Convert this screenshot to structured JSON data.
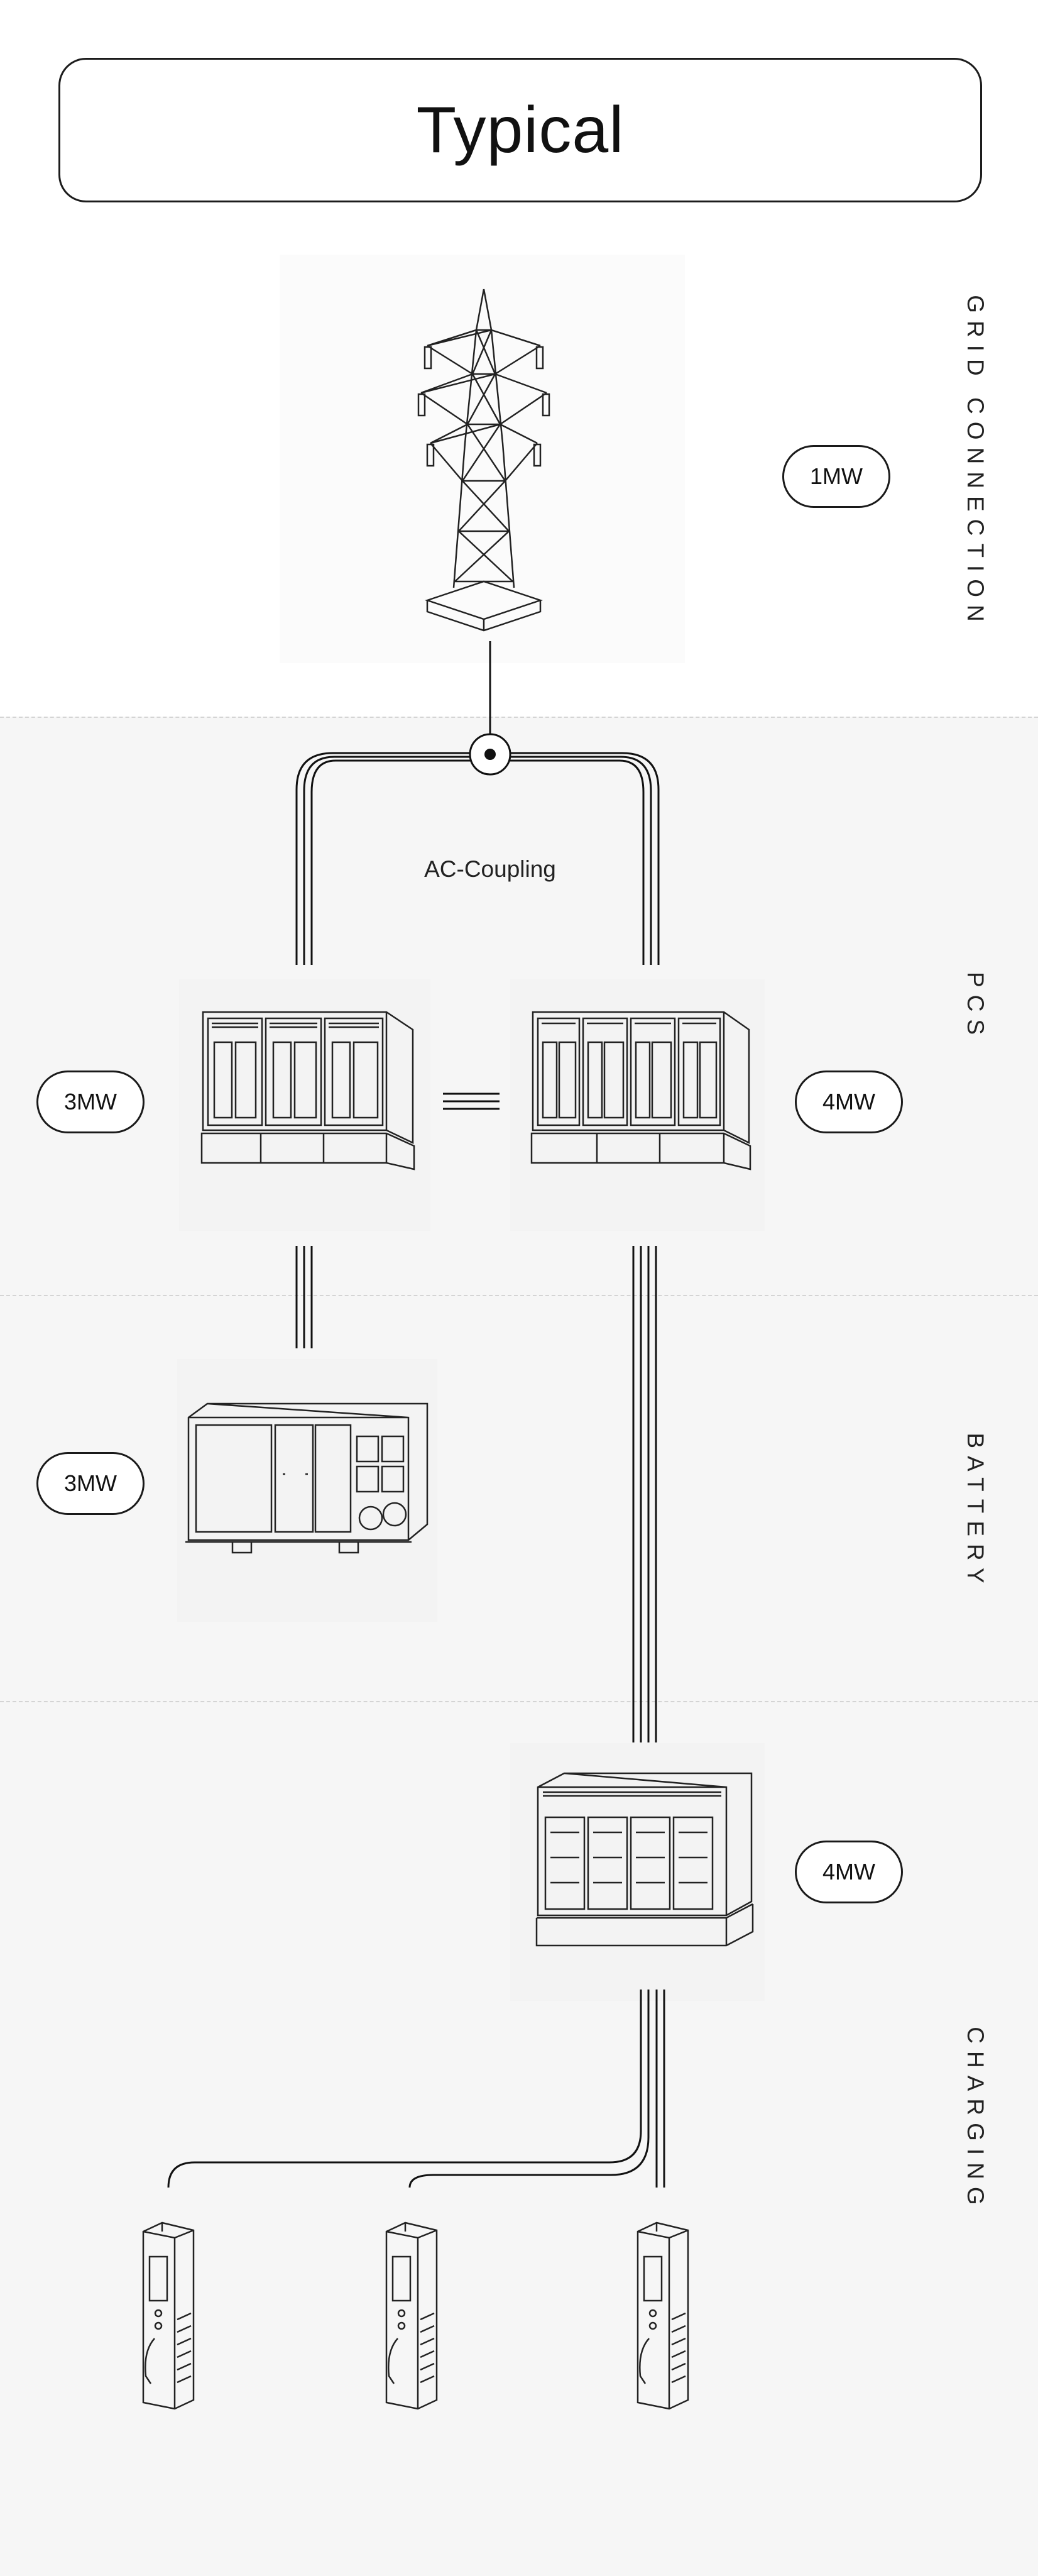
{
  "title": "Typical",
  "sections": {
    "grid": "GRID CONNECTION",
    "pcs": "PCS",
    "battery": "BATTERY",
    "charging": "CHARGING"
  },
  "ratings": {
    "grid": "1MW",
    "pcs_left": "3MW",
    "pcs_right": "4MW",
    "battery": "3MW",
    "storage": "4MW"
  },
  "coupling_label": "AC-Coupling",
  "icons": [
    "transmission-tower-icon",
    "pcs-cabinet-icon",
    "battery-container-icon",
    "storage-cabinet-icon",
    "ev-charger-icon"
  ],
  "colors": {
    "line": "#111111",
    "band": "#f6f6f6",
    "divider": "#d4d4d4"
  }
}
